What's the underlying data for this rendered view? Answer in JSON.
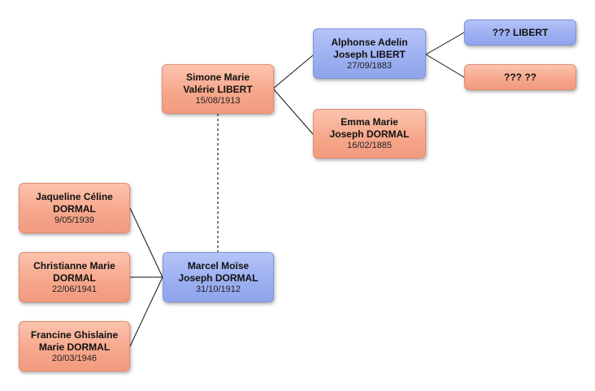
{
  "people": {
    "simone": {
      "name_line1": "Simone Marie",
      "name_line2": "Valérie LIBERT",
      "date": "15/08/1913"
    },
    "alphonse": {
      "name_line1": "Alphonse Adelin",
      "name_line2": "Joseph LIBERT",
      "date": "27/09/1883"
    },
    "emma": {
      "name_line1": "Emma Marie",
      "name_line2": "Joseph DORMAL",
      "date": "16/02/1885"
    },
    "libert_father": {
      "name_line1": "??? LIBERT"
    },
    "libert_mother": {
      "name_line1": "??? ??"
    },
    "marcel": {
      "name_line1": "Marcel Moïse",
      "name_line2": "Joseph DORMAL",
      "date": "31/10/1912"
    },
    "jaqueline": {
      "name_line1": "Jaqueline Céline",
      "name_line2": "DORMAL",
      "date": "9/05/1939"
    },
    "christianne": {
      "name_line1": "Christianne Marie",
      "name_line2": "DORMAL",
      "date": "22/06/1941"
    },
    "francine": {
      "name_line1": "Francine Ghislaine",
      "name_line2": "Marie DORMAL",
      "date": "20/03/1946"
    }
  },
  "colors": {
    "female": "#f6a88c",
    "male": "#9db0f1",
    "line": "#111111"
  }
}
